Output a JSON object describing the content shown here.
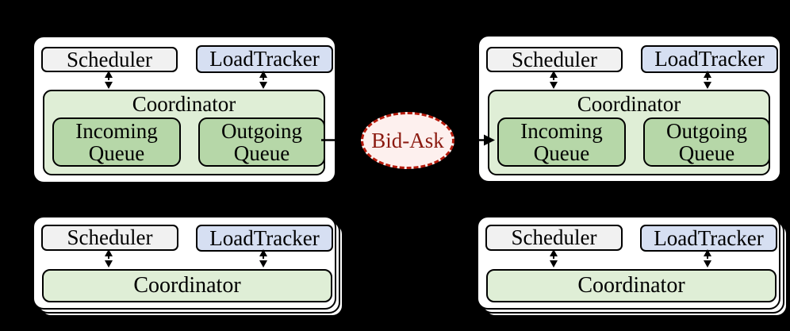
{
  "labels": {
    "scheduler": "Scheduler",
    "load_tracker": "LoadTracker",
    "coordinator": "Coordinator",
    "incoming_queue": "Incoming Queue",
    "outgoing_queue": "Outgoing Queue"
  },
  "connector": {
    "bid_ask": "Bid-Ask"
  },
  "colors": {
    "background": "#000000",
    "node_card": "#ffffff",
    "border": "#000000",
    "scheduler_fill": "#f1f1f1",
    "load_tracker_fill": "#d6dff2",
    "coordinator_fill": "#dfeed6",
    "queue_fill": "#b6d7a8",
    "bid_ask_fill": "#fdf0ee",
    "bid_ask_border": "#b51a0b",
    "bid_ask_text": "#8b1a10"
  },
  "icons": {
    "bidirectional_arrow": "↕",
    "arrow_right": "→"
  }
}
